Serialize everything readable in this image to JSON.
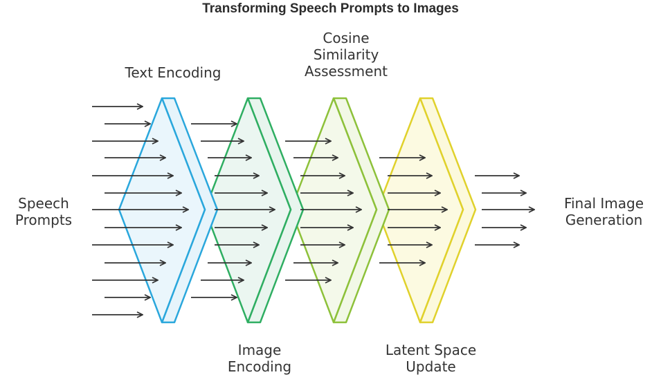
{
  "title": "Transforming Speech Prompts to Images",
  "input_label": [
    "Speech",
    "Prompts"
  ],
  "output_label": [
    "Final Image",
    "Generation"
  ],
  "stages": [
    {
      "id": "text-encoding",
      "label": [
        "Text Encoding"
      ],
      "color": "#2aa7dc",
      "fill": "#e6f4fb"
    },
    {
      "id": "image-encoding",
      "label": [
        "Image",
        "Encoding"
      ],
      "color": "#2fae62",
      "fill": "#e8f5ee"
    },
    {
      "id": "cosine-similarity-assessment",
      "label": [
        "Cosine",
        "Similarity",
        "Assessment"
      ],
      "color": "#8dc13a",
      "fill": "#f2f8e6"
    },
    {
      "id": "latent-space-update",
      "label": [
        "Latent Space",
        "Update"
      ],
      "color": "#e0d12c",
      "fill": "#fcf9dc"
    }
  ],
  "colors": {
    "arrow": "#333333",
    "text": "#333333"
  }
}
